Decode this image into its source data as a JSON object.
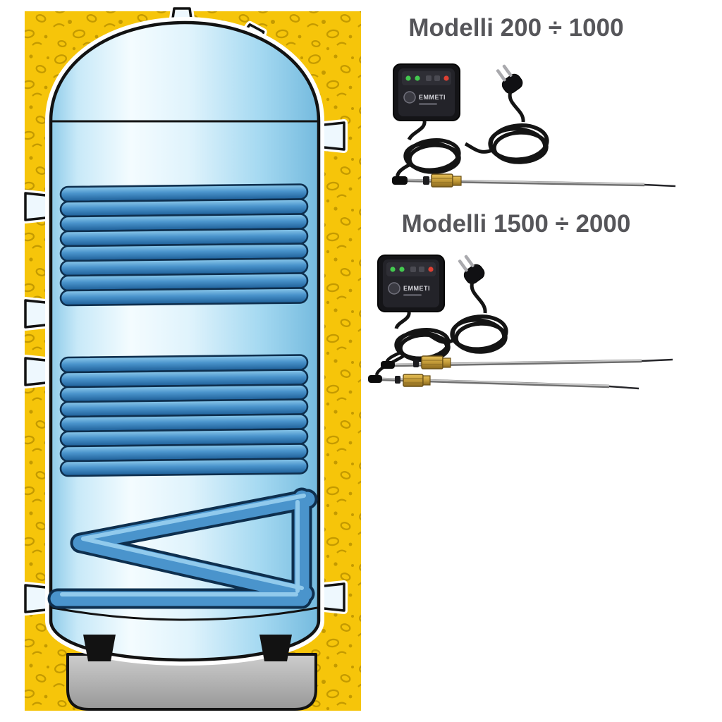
{
  "page": {
    "background_color": "#ffffff"
  },
  "tank_illustration": {
    "insulation_color": "#f6c50a",
    "insulation_speckle_color": "#c49a00",
    "tank_outline_color": "#121212",
    "shell_highlight_color": "#f4fcff",
    "shell_shade_color": "#74bade",
    "coil_color": "#4a94cc",
    "coil_outline_color": "#0e2f4e",
    "base_color": "#b4b4b4"
  },
  "models": [
    {
      "title": "Modelli 200 ÷ 1000",
      "brand": "EMMETI",
      "probe_count": "1"
    },
    {
      "title": "Modelli 1500 ÷ 2000",
      "brand": "EMMETI",
      "probe_count": "2"
    }
  ],
  "device": {
    "led_colors": [
      "#43c94f",
      "#43c94f",
      "#de4033"
    ]
  }
}
